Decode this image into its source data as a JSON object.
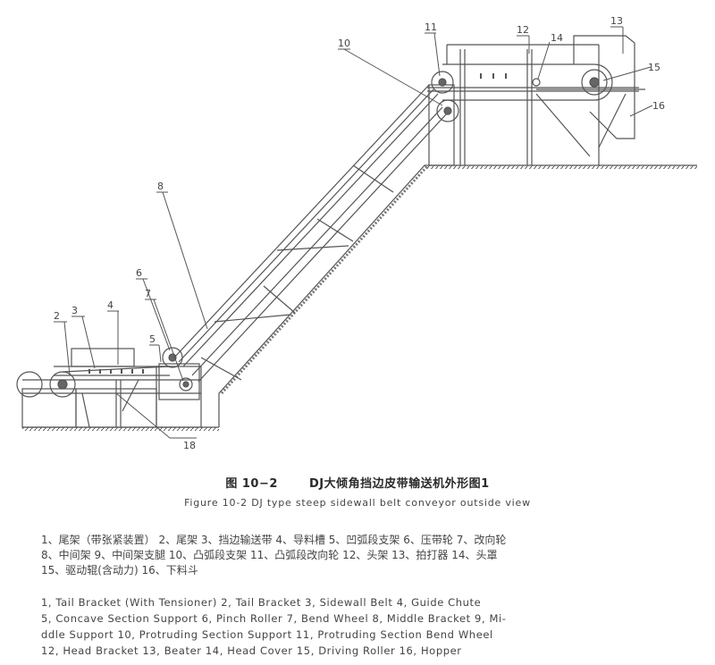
{
  "diagram": {
    "callouts": [
      "2",
      "3",
      "4",
      "5",
      "6",
      "7",
      "8",
      "10",
      "11",
      "12",
      "13",
      "14",
      "15",
      "16",
      "18"
    ]
  },
  "caption": {
    "figure_number_cn": "图 10−2",
    "title_cn": "DJ大倾角挡边皮带输送机外形图1",
    "title_en": "Figure 10-2 DJ type steep sidewall belt conveyor outside view"
  },
  "legend_cn": {
    "line1": "1、尾架（带张紧装置）  2、尾架  3、挡边输送带  4、导料槽  5、凹弧段支架  6、压带轮  7、改向轮",
    "line2": "8、中间架  9、中间架支腿  10、凸弧段支架  11、凸弧段改向轮  12、头架  13、拍打器  14、头罩",
    "line3": "15、驱动辊(含动力)  16、下料斗"
  },
  "legend_en": {
    "line1": "1, Tail Bracket (With Tensioner)  2, Tail Bracket  3, Sidewall Belt  4, Guide Chute",
    "line2": "5, Concave Section Support  6, Pinch Roller  7, Bend Wheel  8, Middle Bracket  9, Mi-",
    "line3": "ddle Support  10, Protruding Section Support  11, Protruding Section Bend Wheel",
    "line4": "12, Head Bracket  13, Beater  14, Head Cover  15, Driving Roller  16, Hopper"
  }
}
